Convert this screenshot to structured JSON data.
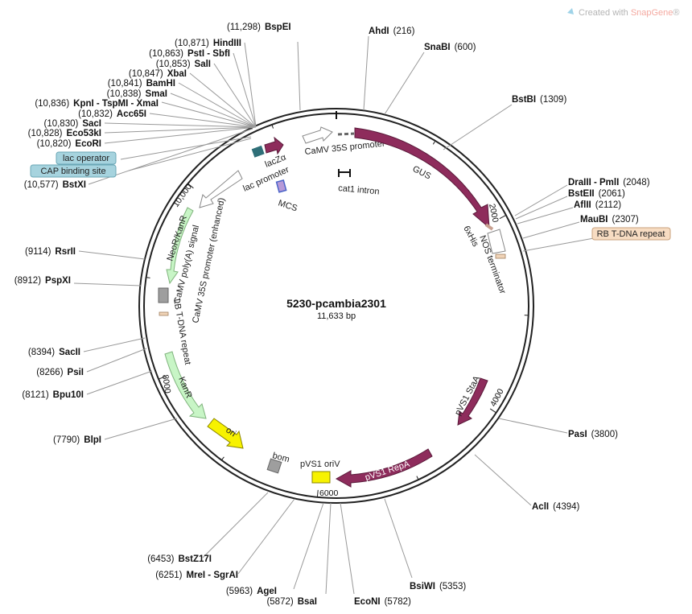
{
  "credit": {
    "prefix": "Created with ",
    "brand": "SnapGene",
    "suffix": "®"
  },
  "plasmid": {
    "name": "5230-pcambia2301",
    "length_label": "11,633 bp"
  },
  "ticks": [
    "2000",
    "4000",
    "6000",
    "8000",
    "10,000"
  ],
  "sites": [
    {
      "name": "BspEI",
      "pos": "(11,298)"
    },
    {
      "name": "AhdI",
      "pos": "(216)"
    },
    {
      "name": "SnaBI",
      "pos": "(600)"
    },
    {
      "name": "BstBI",
      "pos": "(1309)"
    },
    {
      "name": "DraIII - PmlI",
      "pos": "(2048)"
    },
    {
      "name": "BstEII",
      "pos": "(2061)"
    },
    {
      "name": "AflII",
      "pos": "(2112)"
    },
    {
      "name": "MauBI",
      "pos": "(2307)"
    },
    {
      "name": "PasI",
      "pos": "(3800)"
    },
    {
      "name": "AclI",
      "pos": "(4394)"
    },
    {
      "name": "BsiWI",
      "pos": "(5353)"
    },
    {
      "name": "EcoNI",
      "pos": "(5782)"
    },
    {
      "name": "BsaI",
      "pos": "(5872)"
    },
    {
      "name": "AgeI",
      "pos": "(5963)"
    },
    {
      "name": "MreI - SgrAI",
      "pos": "(6251)"
    },
    {
      "name": "BstZ17I",
      "pos": "(6453)"
    },
    {
      "name": "BlpI",
      "pos": "(7790)"
    },
    {
      "name": "Bpu10I",
      "pos": "(8121)"
    },
    {
      "name": "PsiI",
      "pos": "(8266)"
    },
    {
      "name": "SacII",
      "pos": "(8394)"
    },
    {
      "name": "PspXI",
      "pos": "(8912)"
    },
    {
      "name": "RsrII",
      "pos": "(9114)"
    },
    {
      "name": "BstXI",
      "pos": "(10,577)"
    },
    {
      "name": "EcoRI",
      "pos": "(10,820)"
    },
    {
      "name": "Eco53kI",
      "pos": "(10,828)"
    },
    {
      "name": "SacI",
      "pos": "(10,830)"
    },
    {
      "name": "Acc65I",
      "pos": "(10,832)"
    },
    {
      "name": "KpnI - TspMI - XmaI",
      "pos": "(10,836)"
    },
    {
      "name": "SmaI",
      "pos": "(10,838)"
    },
    {
      "name": "BamHI",
      "pos": "(10,841)"
    },
    {
      "name": "XbaI",
      "pos": "(10,847)"
    },
    {
      "name": "SalI",
      "pos": "(10,853)"
    },
    {
      "name": "PstI - SbfI",
      "pos": "(10,863)"
    },
    {
      "name": "HindIII",
      "pos": "(10,871)"
    }
  ],
  "boxed_features": [
    {
      "label": "lac operator",
      "color": "#a6d3de"
    },
    {
      "label": "CAP binding site",
      "color": "#a6d3de"
    },
    {
      "label": "RB T-DNA repeat",
      "color": "#f7dcc2"
    }
  ],
  "features": {
    "camv35s": "CaMV 35S promoter",
    "gus": "GUS",
    "cat1": "cat1 intron",
    "his": "6xHis",
    "nos": "NOS terminator",
    "lacza": "lacZα",
    "lacp": "lac promoter",
    "mcs": "MCS",
    "camv35s_enh": "CaMV 35S promoter (enhanced)",
    "neokan": "NeoR/KanR",
    "polya": "CaMV poly(A) signal",
    "lb": "LB T-DNA repeat",
    "kanr": "KanR",
    "ori": "ori",
    "bom": "bom",
    "pvs1ori": "pVS1 oriV",
    "repa": "pVS1 RepA",
    "staa": "pVS1 StaA"
  },
  "colors": {
    "maroon": "#8e2c5c",
    "green_fill": "#c8f5c6",
    "green_stroke": "#7fb37c",
    "yellow": "#f7f200",
    "gray": "#9e9e9e",
    "teal": "#2f6f78"
  }
}
